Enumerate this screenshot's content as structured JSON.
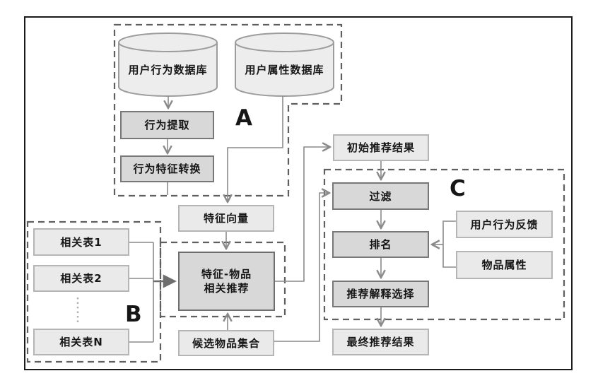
{
  "diagram": {
    "title_hint": "recommendation-pipeline-flowchart",
    "section_labels": {
      "a": "A",
      "b": "B",
      "c": "C"
    },
    "nodes": {
      "behavior_db": "用户行为数据库",
      "attribute_db": "用户属性数据库",
      "behavior_extract": "行为提取",
      "behavior_feature_transform": "行为特征转换",
      "feature_vector": "特征向量",
      "feature_item_rec_line1": "特征-物品",
      "feature_item_rec_line2": "相关推荐",
      "rel_table_1": "相关表1",
      "rel_table_2": "相关表2",
      "rel_table_n": "相关表N",
      "candidate_items": "候选物品集合",
      "initial_results": "初始推荐结果",
      "filter": "过滤",
      "ranking": "排名",
      "explanation_select": "推荐解释选择",
      "final_results": "最终推荐结果",
      "user_feedback": "用户行为反馈",
      "item_attributes": "物品属性"
    },
    "colors": {
      "box_dark_fill": "#d8d8d8",
      "box_dark_border": "#787878",
      "box_light_fill": "#eaeaea",
      "box_light_border": "#b5b5b5",
      "cylinder_fill": "#ededed",
      "cylinder_border": "#9c9c9c",
      "connector": "#8a8a8a",
      "dashed_region": "#5f5f5f",
      "frame": "#1b1b1b",
      "text": "#161616"
    }
  }
}
